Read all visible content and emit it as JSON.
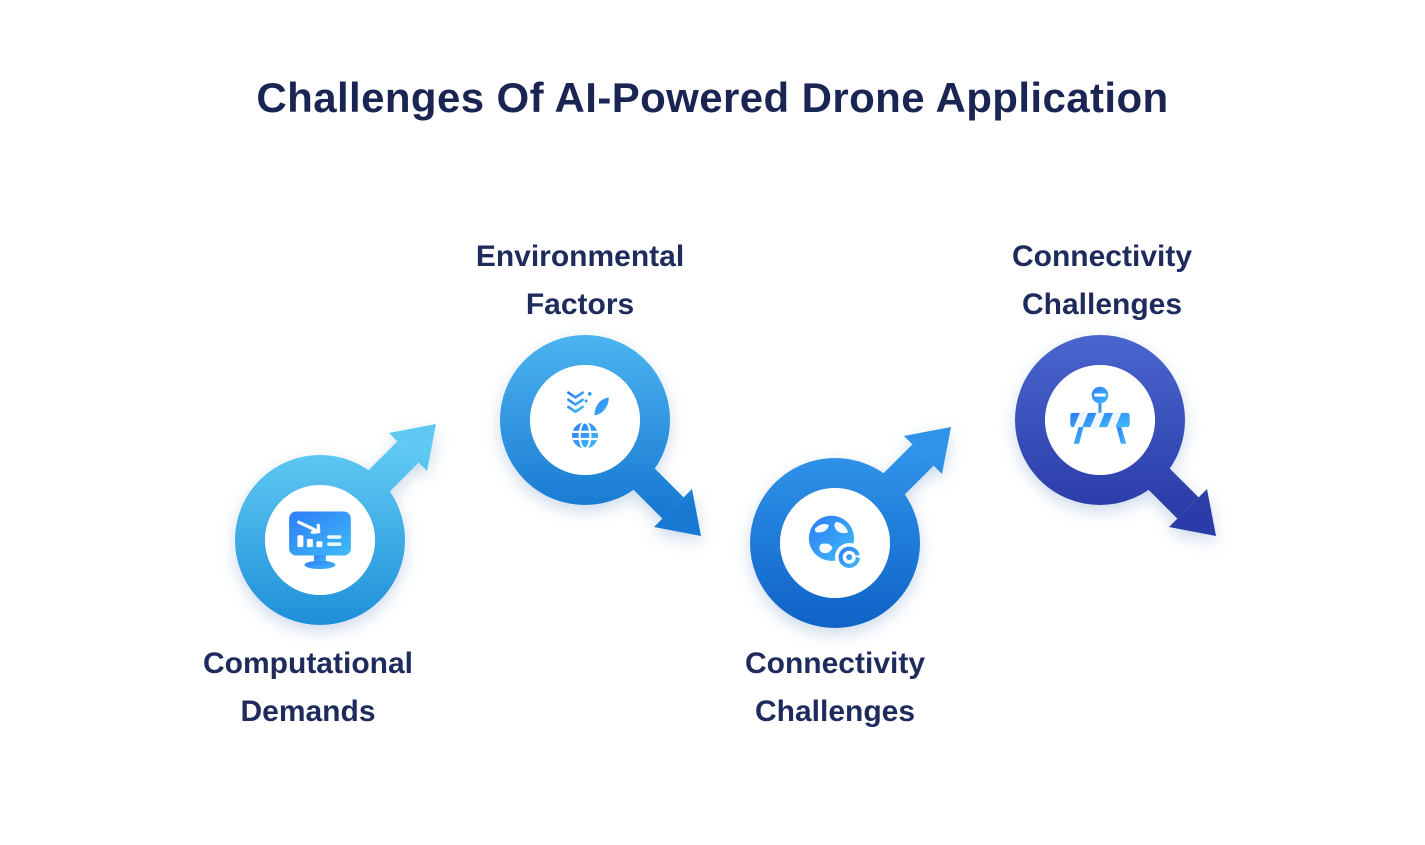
{
  "title": "Challenges Of AI-Powered Drone Application",
  "items": [
    {
      "label": "Computational Demands",
      "icon": "monitor-chart-icon",
      "ring_light": "#5FC9F3",
      "ring_dark": "#1E8FD8",
      "label_position": "below",
      "arrow_direction": "up-right"
    },
    {
      "label": "Environmental Factors",
      "icon": "plant-globe-icon",
      "ring_light": "#4DB5F0",
      "ring_dark": "#1879D2",
      "label_position": "above",
      "arrow_direction": "down-right"
    },
    {
      "label": "Connectivity Challenges",
      "icon": "globe-target-icon",
      "ring_light": "#2F93EA",
      "ring_dark": "#0F62C6",
      "label_position": "below",
      "arrow_direction": "up-right"
    },
    {
      "label": "Connectivity Challenges",
      "icon": "roadblock-icon",
      "ring_light": "#4A66CF",
      "ring_dark": "#2B3CA8",
      "label_position": "above",
      "arrow_direction": "down-right"
    }
  ],
  "colors": {
    "background": "#FFFFFF",
    "title_text": "#1A2553",
    "label_text": "#1E2B5C",
    "icon_gradient_start": "#2E7BF6",
    "icon_gradient_end": "#3FBCF8"
  }
}
